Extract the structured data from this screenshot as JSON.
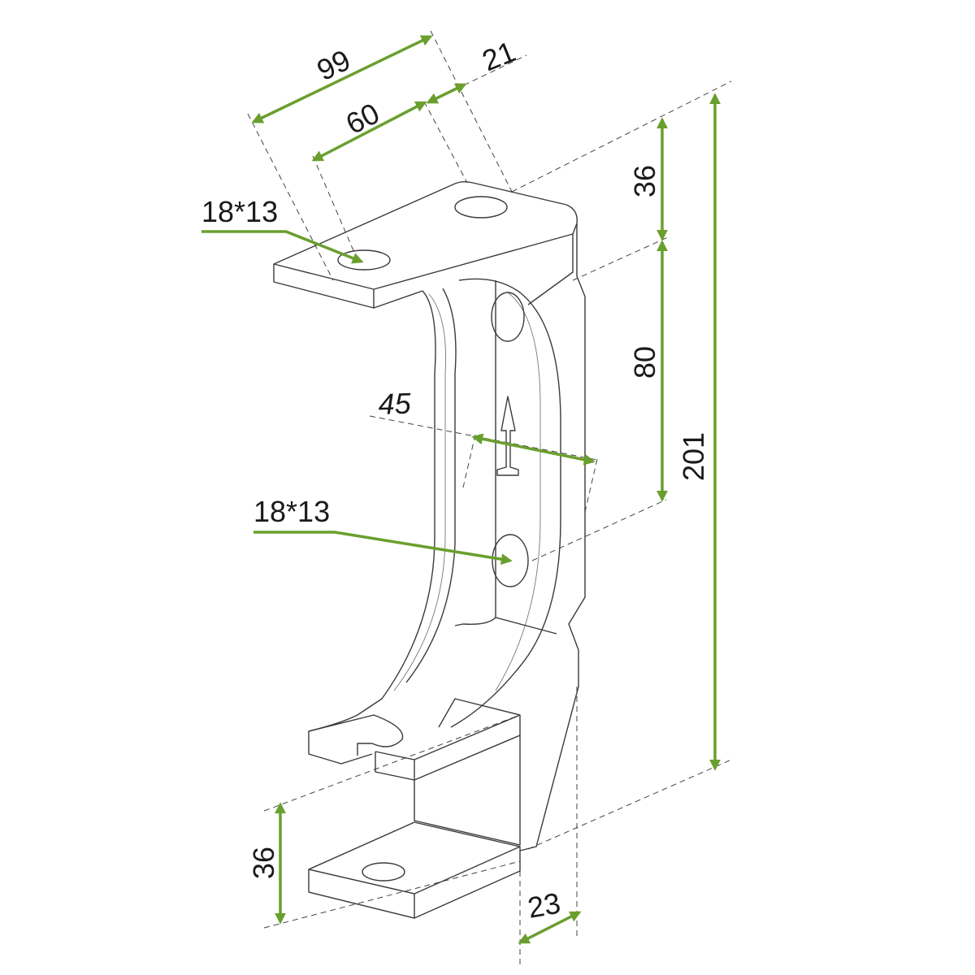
{
  "title": "Bracket dimension drawing",
  "accent_color": "#6a9f2e",
  "dimensions": {
    "top_overall_width": "99",
    "top_hole_spacing": "60",
    "top_edge_offset": "21",
    "top_vertical_offset": "36",
    "hole_spacing_vertical": "80",
    "overall_height": "201",
    "slot_width": "45",
    "top_hole_size": "18*13",
    "side_hole_size": "18*13",
    "bottom_vertical_offset": "36",
    "bottom_depth": "23"
  }
}
